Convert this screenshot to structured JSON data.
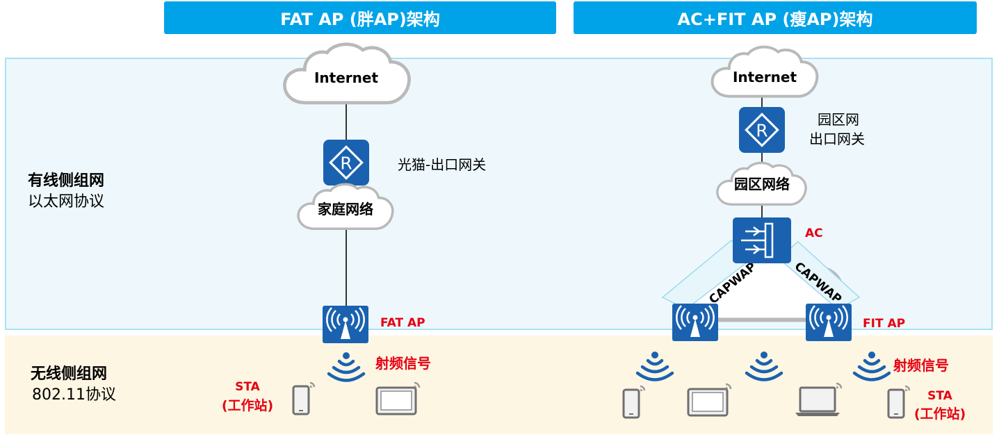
{
  "banners": {
    "fat": "FAT AP (胖AP)架构",
    "fit": "AC+FIT AP (瘦AP)架构"
  },
  "zones": {
    "wired_title": "有线侧组网",
    "wired_subtitle": "以太网协议",
    "wireless_title": "无线侧组网",
    "wireless_subtitle": "802.11协议"
  },
  "fat": {
    "internet": "Internet",
    "gateway_label": "光猫-出口网关",
    "network": "家庭网络",
    "ap_label": "FAT AP",
    "signal_label": "射频信号",
    "sta_line1": "STA",
    "sta_line2": "(工作站)"
  },
  "fit": {
    "internet": "Internet",
    "gateway_line1": "园区网",
    "gateway_line2": "出口网关",
    "network": "园区网络",
    "ac_label": "AC",
    "tunnel_left": "CAPWAP",
    "tunnel_right": "CAPWAP",
    "ap_label": "FIT AP",
    "signal_label": "射频信号",
    "sta_line1": "STA",
    "sta_line2": "(工作站)"
  },
  "colors": {
    "banner": "#00a3e8",
    "device": "#1a62b0",
    "accent_red": "#e60012",
    "wired_bg": "#eef8fc",
    "wireless_bg": "#fdf6e3"
  }
}
